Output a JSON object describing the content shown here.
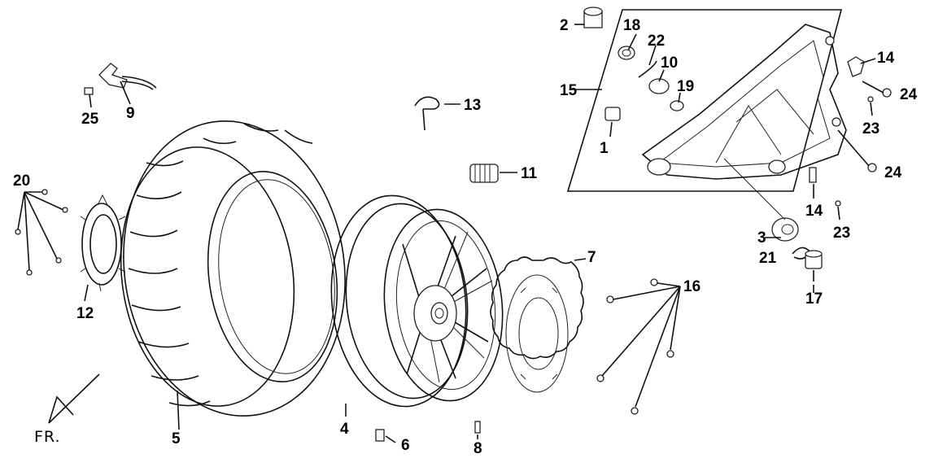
{
  "labels": {
    "l1": "1",
    "l2": "2",
    "l3": "3",
    "l4": "4",
    "l5": "5",
    "l6": "6",
    "l7": "7",
    "l8": "8",
    "l9": "9",
    "l10": "10",
    "l11": "11",
    "l12": "12",
    "l13": "13",
    "l14a": "14",
    "l14b": "14",
    "l15": "15",
    "l16": "16",
    "l17": "17",
    "l18": "18",
    "l19": "19",
    "l20": "20",
    "l21": "21",
    "l22": "22",
    "l23a": "23",
    "l23b": "23",
    "l24a": "24",
    "l24b": "24",
    "l25": "25"
  },
  "direction": {
    "front_label": "FR."
  }
}
